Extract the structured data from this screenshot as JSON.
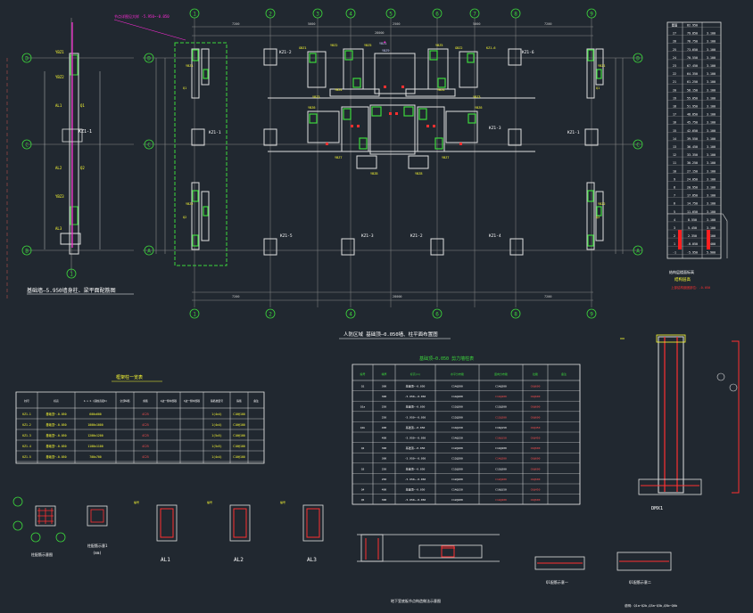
{
  "drawing": {
    "title_elevation": "基础墙—5.950墙身柱、梁平面配筋图",
    "title_plan": "人防区域 基础顶—0.050墙、柱平面布置图",
    "title_column_table": "框架柱一览表",
    "title_wall_table": "基础顶—0.050 剪力墙柱表",
    "caption_section": "DMX1",
    "caption_al1": "AL1",
    "caption_al2": "AL2",
    "caption_al3": "AL3",
    "caption_q1": "Q1配筋示意一",
    "caption_q2": "Q1配筋示意二",
    "caption_bottom_right": "说明：Q1a~Q2b,Q3a~Q3b,Q5b~Q6b",
    "pink_note_top": "节点详图见大样 -5.950~-0.050",
    "axis_numbers_top": [
      "1",
      "2",
      "3",
      "4",
      "5",
      "6",
      "7",
      "8",
      "9"
    ],
    "axis_letters_left": [
      "D",
      "C",
      "B",
      "A"
    ],
    "axis_letters_elev": [
      "D",
      "C",
      "B",
      "A"
    ],
    "axis_elev_bottom": "1",
    "column_labels": [
      "KZ1-1",
      "KZ1-2",
      "KZ1-3",
      "KZ1-4",
      "KZ1-5",
      "KZ1-6"
    ],
    "legend_labels": {
      "grid_note": "柱配筋示意图",
      "legend_typical": "柱配筋示意1",
      "legend_small": "(mm)"
    }
  },
  "column_table": {
    "headers": [
      "柱号",
      "标高",
      "b x h (圆柱直径D)",
      "全部纵筋",
      "角筋",
      "b边一侧中部筋",
      "h边一侧中部筋",
      "箍筋类型号",
      "箍筋",
      "备注"
    ],
    "rows": [
      [
        "KZ1-1",
        "基础顶~-0.050",
        "600x600",
        "",
        "4C25",
        "",
        "",
        "1(4x4)",
        "C10@100",
        ""
      ],
      [
        "KZ1-2",
        "基础顶~-0.050",
        "1000x1000",
        "",
        "4C25",
        "",
        "",
        "1(4x4)",
        "C10@100",
        ""
      ],
      [
        "KZ1-3",
        "基础顶~-0.050",
        "1200x1200",
        "",
        "4C25",
        "",
        "",
        "1(5x5)",
        "C10@100",
        ""
      ],
      [
        "KZ1-4",
        "基础顶~-0.050",
        "1100x1100",
        "",
        "4C25",
        "",
        "",
        "1(5x5)",
        "C10@100",
        ""
      ],
      [
        "KZ1-5",
        "基础顶~-0.050",
        "700x700",
        "",
        "4C25",
        "",
        "",
        "1(4x4)",
        "C10@100",
        ""
      ]
    ]
  },
  "wall_table": {
    "headers": [
      "编号",
      "墙厚",
      "标高(m)",
      "水平分布筋",
      "竖向分布筋",
      "拉筋",
      "备注"
    ],
    "rows": [
      [
        "Q1",
        "300",
        "基础顶~-0.050",
        "C14@200",
        "C14@200",
        "C6@600",
        ""
      ],
      [
        "",
        "300",
        "-5.950~-0.050",
        "C14@200",
        "C14@200",
        "C6@600",
        ""
      ],
      [
        "Q1a",
        "250",
        "基础顶~-0.050",
        "C12@200",
        "C12@200",
        "C6@600",
        ""
      ],
      [
        "",
        "250",
        "-5.950~-0.050",
        "C12@200",
        "C12@200",
        "C6@600",
        ""
      ],
      [
        "Q1b",
        "400",
        "基础顶~-0.050",
        "C14@150",
        "C16@150",
        "C6@450",
        ""
      ],
      [
        "",
        "400",
        "-5.950~-0.050",
        "C14@150",
        "C16@150",
        "C6@450",
        ""
      ],
      [
        "Q2",
        "300",
        "基础顶~-0.050",
        "C12@200",
        "C14@200",
        "C6@600",
        ""
      ],
      [
        "",
        "300",
        "-5.950~-0.050",
        "C12@200",
        "C14@200",
        "C6@600",
        ""
      ],
      [
        "Q3",
        "250",
        "基础顶~-0.050",
        "C12@200",
        "C12@200",
        "C6@600",
        ""
      ],
      [
        "",
        "250",
        "-5.950~-0.050",
        "C12@200",
        "C12@200",
        "C6@600",
        ""
      ],
      [
        "Q4",
        "400",
        "基础顶~-0.050",
        "C14@150",
        "C16@150",
        "C6@450",
        ""
      ],
      [
        "Q5",
        "300",
        "-5.950~-0.050",
        "C12@200",
        "C14@200",
        "C6@600",
        ""
      ]
    ]
  },
  "level_table": {
    "headers": [
      "层号",
      "标高(m)",
      "层高(m)"
    ],
    "rows": [
      [
        "屋面",
        "82.950",
        ""
      ],
      [
        "27",
        "79.850",
        "3.100"
      ],
      [
        "26",
        "76.750",
        "3.100"
      ],
      [
        "25",
        "73.650",
        "3.100"
      ],
      [
        "24",
        "70.550",
        "3.100"
      ],
      [
        "23",
        "67.450",
        "3.100"
      ],
      [
        "22",
        "64.350",
        "3.100"
      ],
      [
        "21",
        "61.250",
        "3.100"
      ],
      [
        "20",
        "58.150",
        "3.100"
      ],
      [
        "19",
        "55.050",
        "3.100"
      ],
      [
        "18",
        "51.950",
        "3.100"
      ],
      [
        "17",
        "48.850",
        "3.100"
      ],
      [
        "16",
        "45.750",
        "3.100"
      ],
      [
        "15",
        "42.650",
        "3.100"
      ],
      [
        "14",
        "39.550",
        "3.100"
      ],
      [
        "13",
        "36.450",
        "3.100"
      ],
      [
        "12",
        "33.350",
        "3.100"
      ],
      [
        "11",
        "30.250",
        "3.100"
      ],
      [
        "10",
        "27.150",
        "3.100"
      ],
      [
        "9",
        "24.050",
        "3.100"
      ],
      [
        "8",
        "20.950",
        "3.100"
      ],
      [
        "7",
        "17.850",
        "3.100"
      ],
      [
        "6",
        "14.750",
        "3.100"
      ],
      [
        "5",
        "11.650",
        "3.100"
      ],
      [
        "4",
        "8.550",
        "3.100"
      ],
      [
        "3",
        "5.450",
        "3.100"
      ],
      [
        "2",
        "2.350",
        "3.100"
      ],
      [
        "1",
        "-0.050",
        "2.400"
      ],
      [
        "-1",
        "-5.950",
        "5.900"
      ]
    ],
    "caption": "结构层楼面标高",
    "caption2": "结构层高",
    "note": "上部结构嵌固部位：-0.050"
  }
}
